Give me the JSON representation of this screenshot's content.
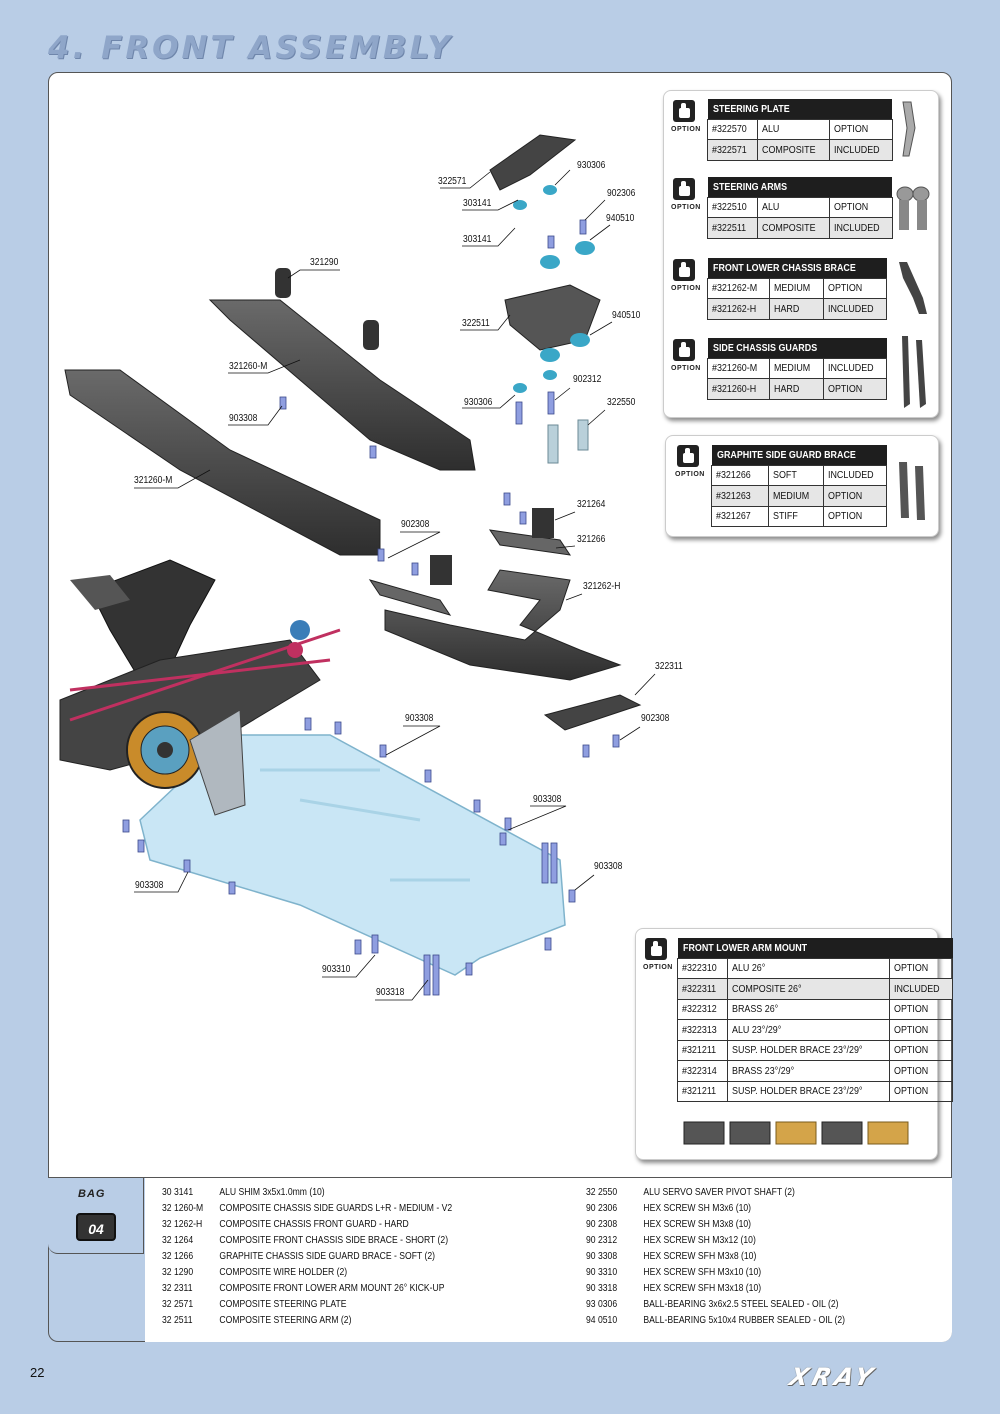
{
  "page": {
    "title": "4. FRONT ASSEMBLY",
    "page_number": "22",
    "logo": "XRAY",
    "bag_label": "BAG",
    "bag_number": "04"
  },
  "option_label": "OPTION",
  "option_tables": [
    {
      "title": "STEERING PLATE",
      "rows": [
        {
          "code": "#322570",
          "material": "ALU",
          "status": "OPTION"
        },
        {
          "code": "#322571",
          "material": "COMPOSITE",
          "status": "INCLUDED"
        }
      ]
    },
    {
      "title": "STEERING ARMS",
      "rows": [
        {
          "code": "#322510",
          "material": "ALU",
          "status": "OPTION"
        },
        {
          "code": "#322511",
          "material": "COMPOSITE",
          "status": "INCLUDED"
        }
      ]
    },
    {
      "title": "FRONT LOWER CHASSIS BRACE",
      "rows": [
        {
          "code": "#321262-M",
          "material": "MEDIUM",
          "status": "OPTION"
        },
        {
          "code": "#321262-H",
          "material": "HARD",
          "status": "INCLUDED"
        }
      ]
    },
    {
      "title": "SIDE CHASSIS GUARDS",
      "rows": [
        {
          "code": "#321260-M",
          "material": "MEDIUM",
          "status": "INCLUDED"
        },
        {
          "code": "#321260-H",
          "material": "HARD",
          "status": "OPTION"
        }
      ]
    },
    {
      "title": "GRAPHITE SIDE GUARD BRACE",
      "rows": [
        {
          "code": "#321266",
          "material": "SOFT",
          "status": "INCLUDED"
        },
        {
          "code": "#321263",
          "material": "MEDIUM",
          "status": "OPTION"
        },
        {
          "code": "#321267",
          "material": "STIFF",
          "status": "OPTION"
        }
      ]
    },
    {
      "title": "FRONT LOWER ARM MOUNT",
      "rows": [
        {
          "code": "#322310",
          "material": "ALU 26°",
          "status": "OPTION"
        },
        {
          "code": "#322311",
          "material": "COMPOSITE 26°",
          "status": "INCLUDED"
        },
        {
          "code": "#322312",
          "material": "BRASS 26°",
          "status": "OPTION"
        },
        {
          "code": "#322313",
          "material": "ALU 23°/29°",
          "status": "OPTION"
        },
        {
          "code": "#321211",
          "material": "SUSP. HOLDER BRACE 23°/29°",
          "status": "OPTION"
        },
        {
          "code": "#322314",
          "material": "BRASS 23°/29°",
          "status": "OPTION"
        },
        {
          "code": "#321211",
          "material": "SUSP. HOLDER BRACE 23°/29°",
          "status": "OPTION"
        }
      ]
    }
  ],
  "callouts": [
    "322571",
    "930306",
    "303141",
    "902306",
    "940510",
    "303141",
    "321290",
    "322511",
    "940510",
    "321260-M",
    "902312",
    "930306",
    "322550",
    "903308",
    "321260-M",
    "321264",
    "902308",
    "321266",
    "321262-H",
    "322311",
    "903308",
    "902308",
    "903308",
    "903308",
    "903308",
    "903310",
    "903318"
  ],
  "parts_left": [
    {
      "code": "30 3141",
      "desc": "ALU SHIM 3x5x1.0mm (10)"
    },
    {
      "code": "32 1260-M",
      "desc": "COMPOSITE CHASSIS SIDE GUARDS L+R - MEDIUM - V2"
    },
    {
      "code": "32 1262-H",
      "desc": "COMPOSITE CHASSIS FRONT GUARD - HARD"
    },
    {
      "code": "32 1264",
      "desc": "COMPOSITE FRONT CHASSIS SIDE BRACE - SHORT (2)"
    },
    {
      "code": "32 1266",
      "desc": "GRAPHITE CHASSIS SIDE GUARD BRACE - SOFT (2)"
    },
    {
      "code": "32 1290",
      "desc": "COMPOSITE WIRE HOLDER (2)"
    },
    {
      "code": "32 2311",
      "desc": "COMPOSITE FRONT LOWER ARM MOUNT 26° KICK-UP"
    },
    {
      "code": "32 2571",
      "desc": "COMPOSITE STEERING PLATE"
    },
    {
      "code": "32 2511",
      "desc": "COMPOSITE STEERING ARM (2)"
    }
  ],
  "parts_right": [
    {
      "code": "32 2550",
      "desc": "ALU SERVO SAVER PIVOT SHAFT (2)"
    },
    {
      "code": "90 2306",
      "desc": "HEX SCREW  SH M3x6  (10)"
    },
    {
      "code": "90 2308",
      "desc": "HEX SCREW  SH M3x8  (10)"
    },
    {
      "code": "90 2312",
      "desc": "HEX SCREW  SH M3x12  (10)"
    },
    {
      "code": "90 3308",
      "desc": "HEX SCREW  SFH M3x8  (10)"
    },
    {
      "code": "90 3310",
      "desc": "HEX SCREW  SFH M3x10  (10)"
    },
    {
      "code": "90 3318",
      "desc": "HEX SCREW  SFH M3x18  (10)"
    },
    {
      "code": "93 0306",
      "desc": "BALL-BEARING 3x6x2.5 STEEL SEALED - OIL (2)"
    },
    {
      "code": "94 0510",
      "desc": "BALL-BEARING 5x10x4 RUBBER SEALED - OIL (2)"
    }
  ]
}
